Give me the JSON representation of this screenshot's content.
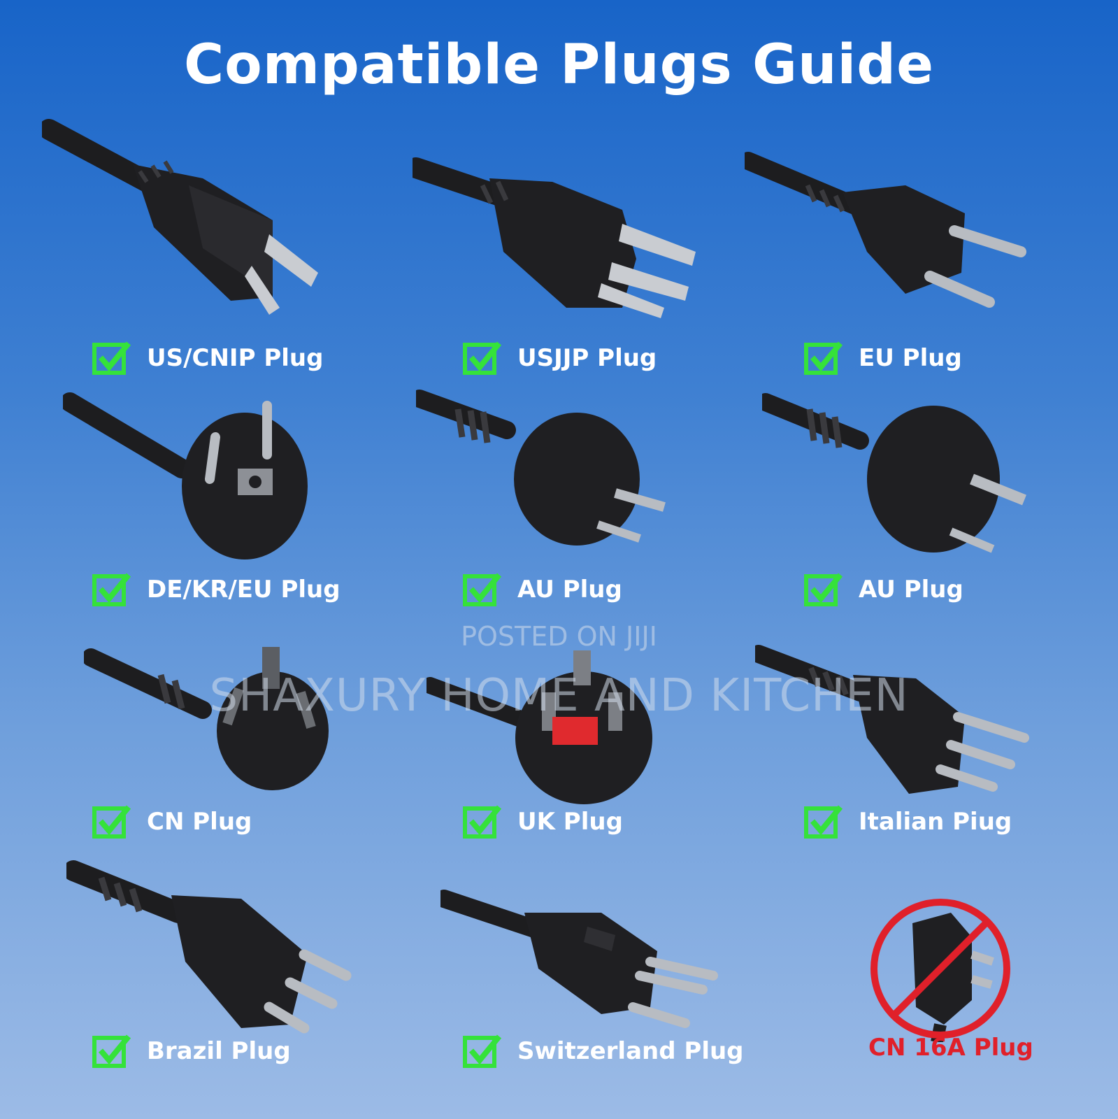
{
  "title": "Compatible Plugs Guide",
  "colors": {
    "check": "#35e23a",
    "label": "#ffffff",
    "excluded": "#e0202a",
    "plug": "#1d1d1f"
  },
  "plugs": [
    {
      "label": "US/CNIP Plug",
      "status": "compatible",
      "icon": "check-icon"
    },
    {
      "label": "USJJP Plug",
      "status": "compatible",
      "icon": "check-icon"
    },
    {
      "label": "EU Plug",
      "status": "compatible",
      "icon": "check-icon"
    },
    {
      "label": "DE/KR/EU Plug",
      "status": "compatible",
      "icon": "check-icon"
    },
    {
      "label": "AU Plug",
      "status": "compatible",
      "icon": "check-icon"
    },
    {
      "label": "AU Plug",
      "status": "compatible",
      "icon": "check-icon"
    },
    {
      "label": "CN Plug",
      "status": "compatible",
      "icon": "check-icon"
    },
    {
      "label": "UK Plug",
      "status": "compatible",
      "icon": "check-icon"
    },
    {
      "label": "Italian Piug",
      "status": "compatible",
      "icon": "check-icon"
    },
    {
      "label": "Brazil Plug",
      "status": "compatible",
      "icon": "check-icon"
    },
    {
      "label": "Switzerland Plug",
      "status": "compatible",
      "icon": "check-icon"
    },
    {
      "label": "CN 16A Plug",
      "status": "not-compatible",
      "icon": "prohibited-icon"
    }
  ],
  "watermark": {
    "line1": "POSTED ON JIJI",
    "line2": "SHAXURY HOME AND KITCHEN"
  }
}
